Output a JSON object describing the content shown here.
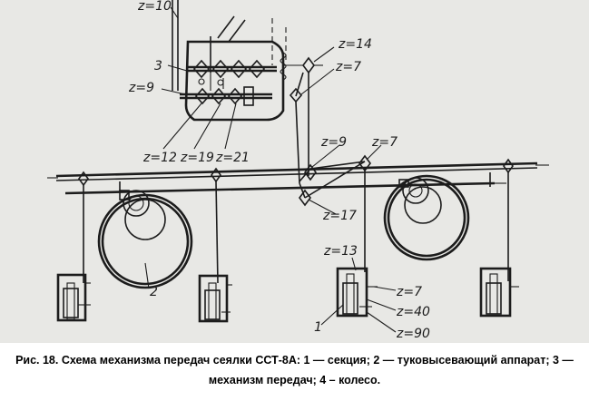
{
  "figure": {
    "labels": {
      "z10": "z=10",
      "z14": "z=14",
      "part3": "3",
      "z7_top": "z=7",
      "z9_left": "z=9",
      "z12": "z=12",
      "z19": "z=19",
      "z21": "z=21",
      "z9_mid": "z=9",
      "z7_mid": "z=7",
      "z17": "z=17",
      "part2": "2",
      "z13": "z=13",
      "z7_low": "z=7",
      "z40": "z=40",
      "part1": "1",
      "z90": "z=90"
    }
  },
  "caption": {
    "line1": "Рис. 18. Схема механизма передач сеялки ССТ-8А: 1 — секция; 2 — туковысевающий аппарат; 3 —",
    "line2": "механизм передач; 4 – колесо."
  }
}
